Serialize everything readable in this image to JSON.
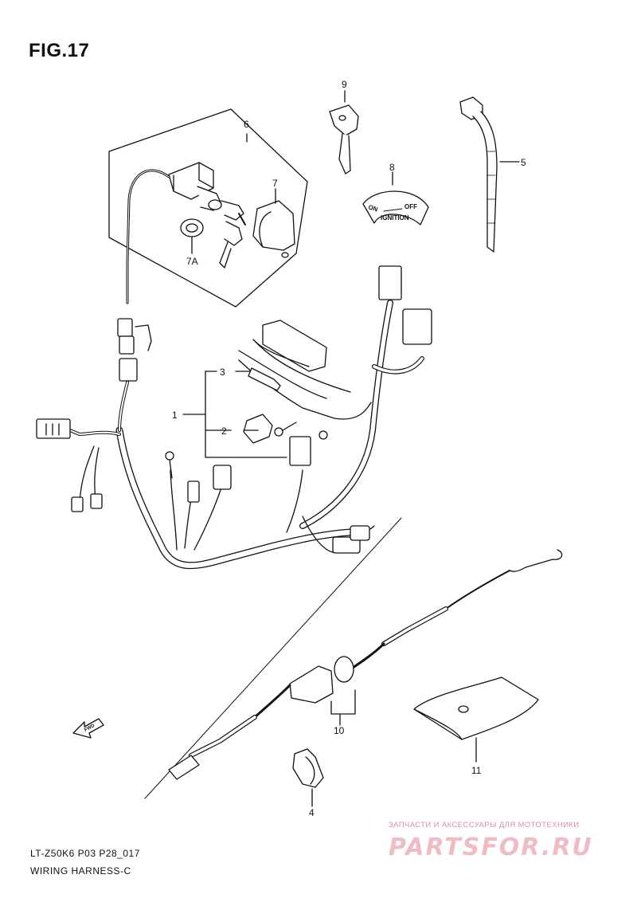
{
  "figure": {
    "title": "FIG.17",
    "model_code": "LT-Z50K6 P03 P28_017",
    "caption": "WIRING HARNESS-C"
  },
  "callouts": [
    {
      "id": "9",
      "label": "9"
    },
    {
      "id": "8",
      "label": "8"
    },
    {
      "id": "6",
      "label": "6"
    },
    {
      "id": "7",
      "label": "7"
    },
    {
      "id": "7a",
      "label": "7A"
    },
    {
      "id": "5",
      "label": "5"
    },
    {
      "id": "3",
      "label": "3"
    },
    {
      "id": "1",
      "label": "1"
    },
    {
      "id": "2",
      "label": "2"
    },
    {
      "id": "10",
      "label": "10"
    },
    {
      "id": "11",
      "label": "11"
    },
    {
      "id": "4",
      "label": "4"
    }
  ],
  "decal": {
    "on": "ON",
    "off": "OFF",
    "ignition": "IGNITION"
  },
  "fwd_label": "FWD",
  "watermark": {
    "tagline": "ЗАПЧАСТИ И АКСЕССУАРЫ ДЛЯ МОТОТЕХНИКИ",
    "site": "PARTSFOR.RU",
    "color": "#f0bcc3"
  }
}
